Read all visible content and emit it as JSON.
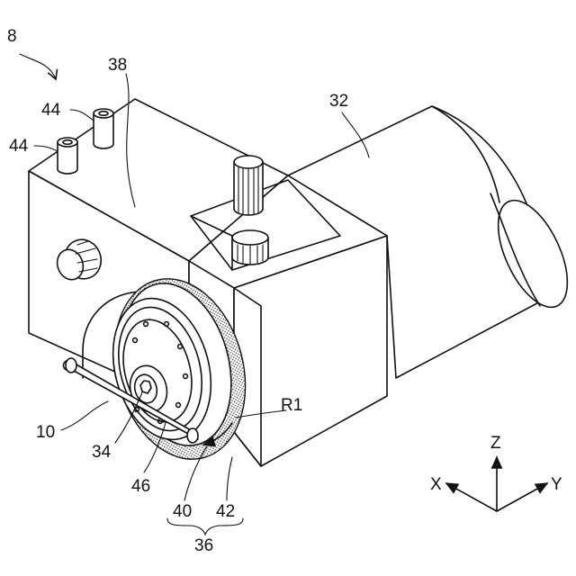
{
  "labels": {
    "figure_ref": "8",
    "port_a": "44",
    "port_b": "44",
    "housing": "38",
    "motor": "32",
    "rotation": "R1",
    "tool": "10",
    "chuck": "34",
    "guide": "46",
    "blade_inner": "40",
    "blade_outer": "42",
    "blade_group": "36"
  },
  "axes": {
    "x": "X",
    "y": "Y",
    "z": "Z"
  }
}
